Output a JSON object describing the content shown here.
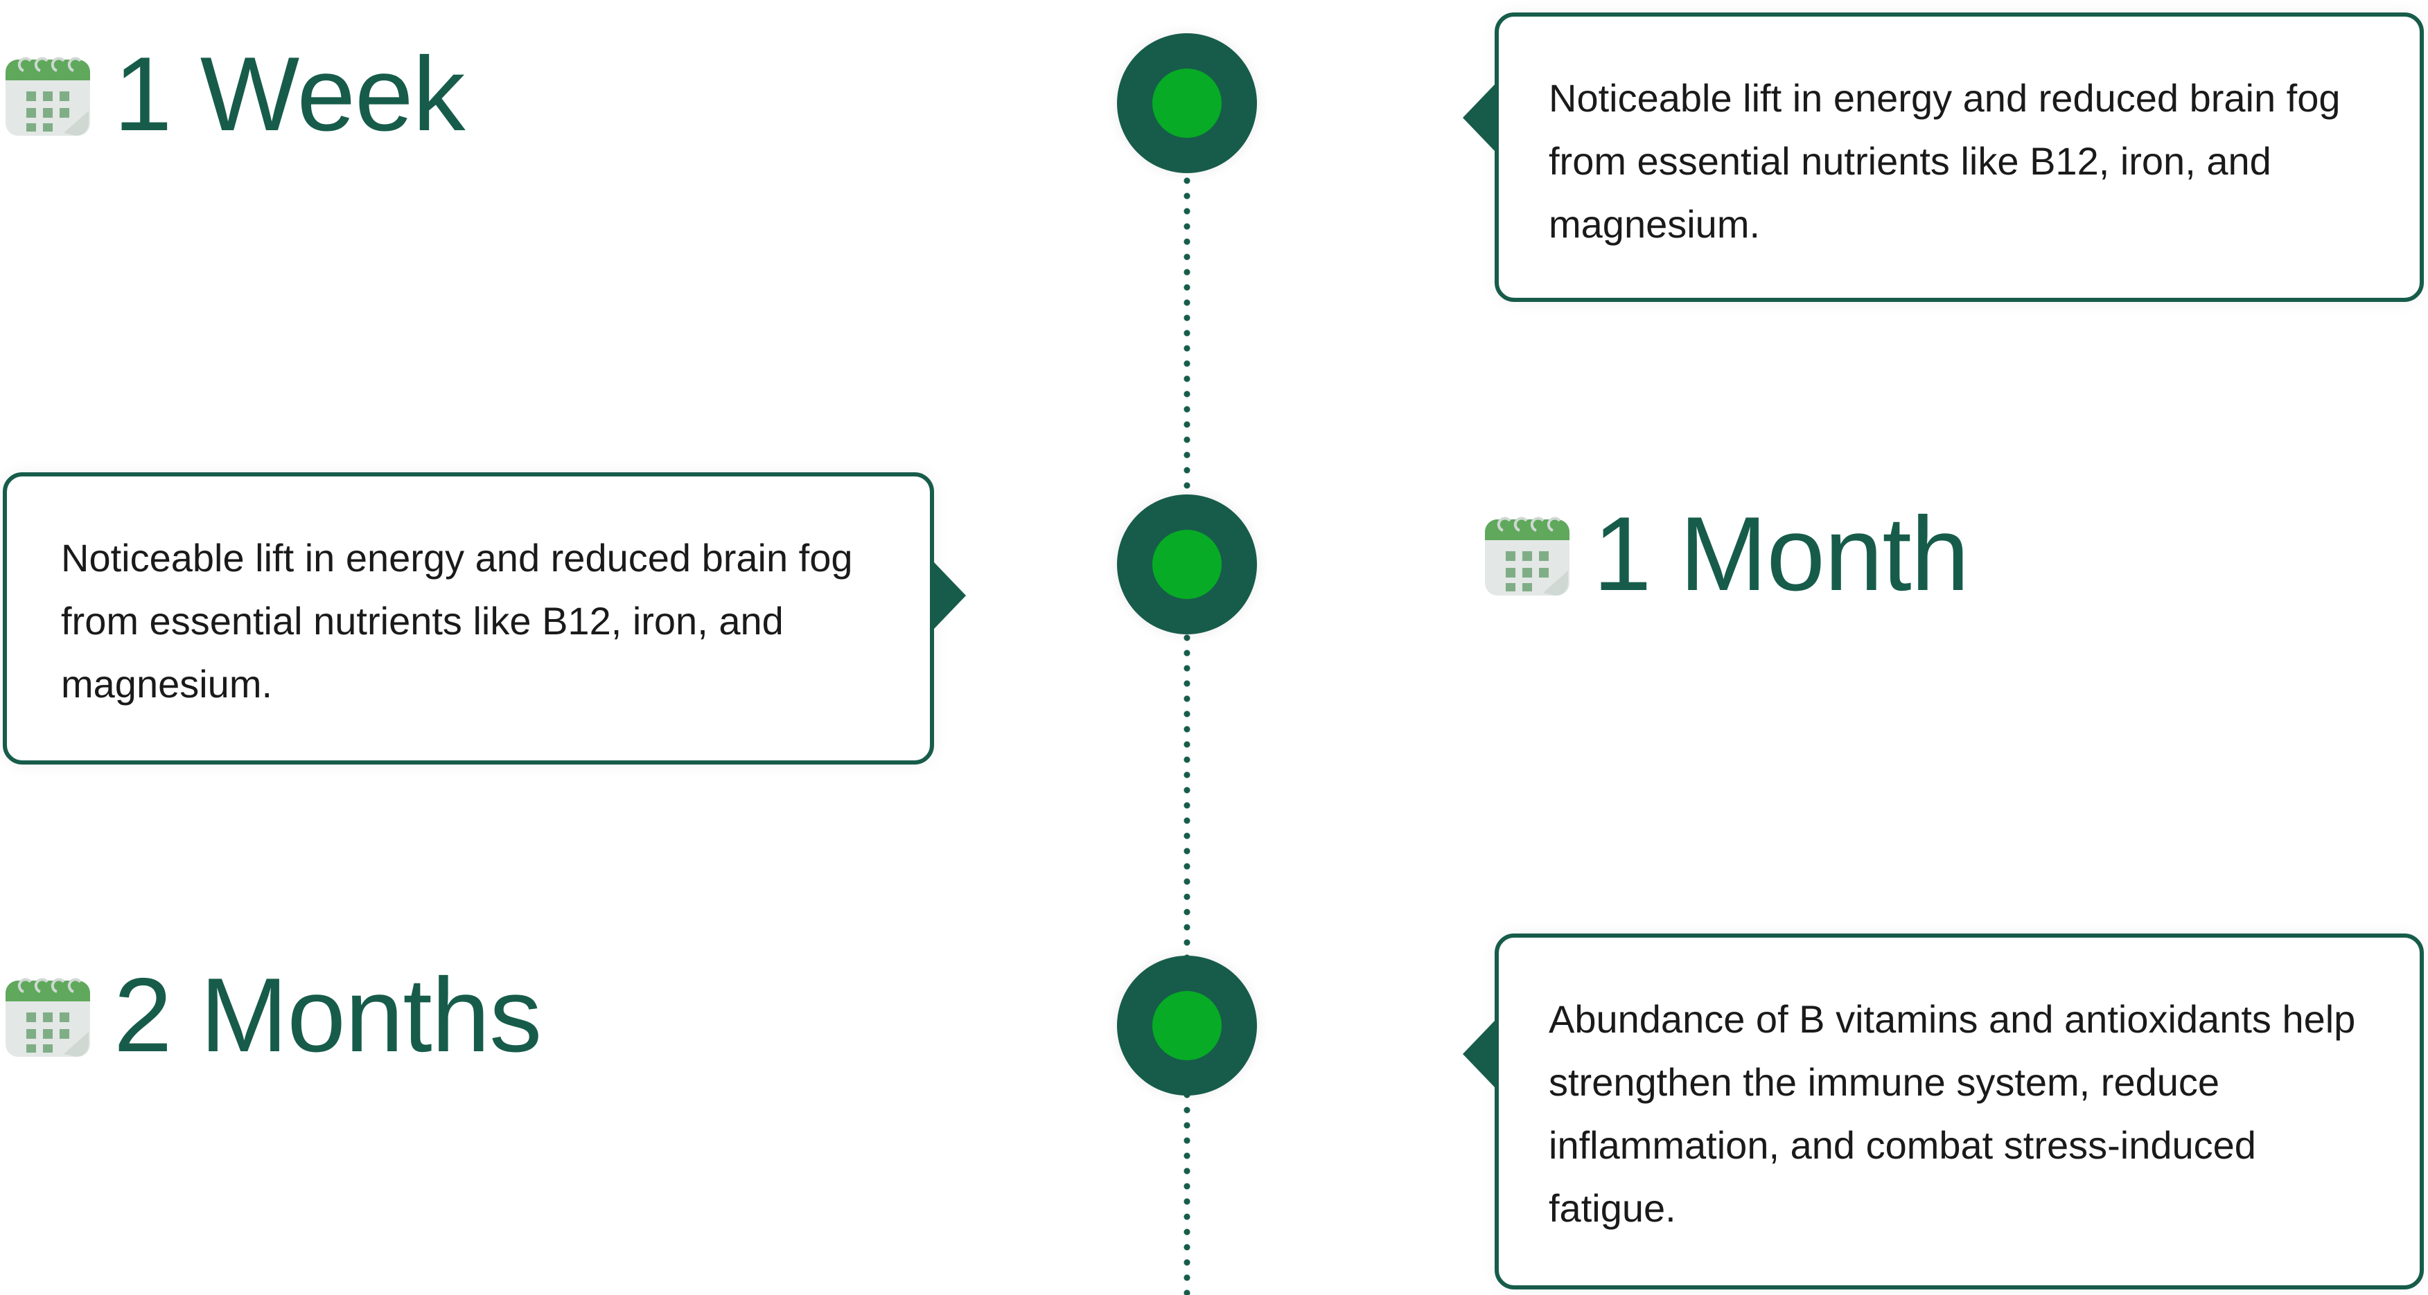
{
  "colors": {
    "primary": "#175c4a",
    "accent": "#07ab25",
    "text": "#1a1a1a"
  },
  "milestones": [
    {
      "label": "1 Week",
      "icon": "calendar-icon",
      "description": "Noticeable lift in energy and reduced brain fog from essential nutrients like B12, iron, and magnesium."
    },
    {
      "label": "1 Month",
      "icon": "calendar-icon",
      "description": "Noticeable lift in energy and reduced brain fog from essential nutrients like B12, iron, and magnesium."
    },
    {
      "label": "2 Months",
      "icon": "calendar-icon",
      "description": "Abundance of B vitamins and antioxidants help strengthen the immune system, reduce inflammation, and combat stress-induced fatigue."
    }
  ]
}
